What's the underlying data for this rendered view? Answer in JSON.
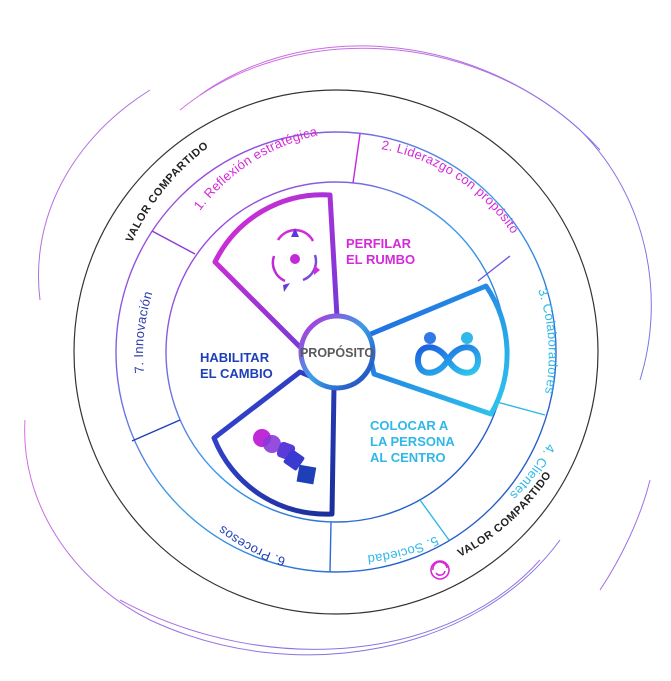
{
  "frame": {
    "label_top": "VALOR COMPARTIDO",
    "label_bottom": "VALOR COMPARTIDO"
  },
  "center": {
    "label": "PROPÓSITO"
  },
  "segments": [
    {
      "label": "1. Reflexión estratégica",
      "color": "#d42ad9"
    },
    {
      "label": "2. Liderazgo con propósito",
      "color": "#d42ad9"
    },
    {
      "label": "3. Colaboradores",
      "color": "#2fb8e8"
    },
    {
      "label": "4. Clientes",
      "color": "#2fb8e8"
    },
    {
      "label": "5. Sociedad",
      "color": "#2fb8e8"
    },
    {
      "label": "6. Procesos",
      "color": "#1f3fb8"
    },
    {
      "label": "7. Innovación",
      "color": "#2a3aa8"
    }
  ],
  "blades": [
    {
      "line1": "PERFILAR",
      "line2": "EL RUMBO",
      "color": "#d42ad9",
      "icon": "compass-icon"
    },
    {
      "line1": "COLOCAR A",
      "line2": "LA PERSONA",
      "line3": "AL CENTRO",
      "color": "#2fb8e8",
      "icon": "people-infinity-icon"
    },
    {
      "line1": "HABILITAR",
      "line2": "EL CAMBIO",
      "color": "#1f3fb8",
      "icon": "transform-shapes-icon"
    }
  ]
}
